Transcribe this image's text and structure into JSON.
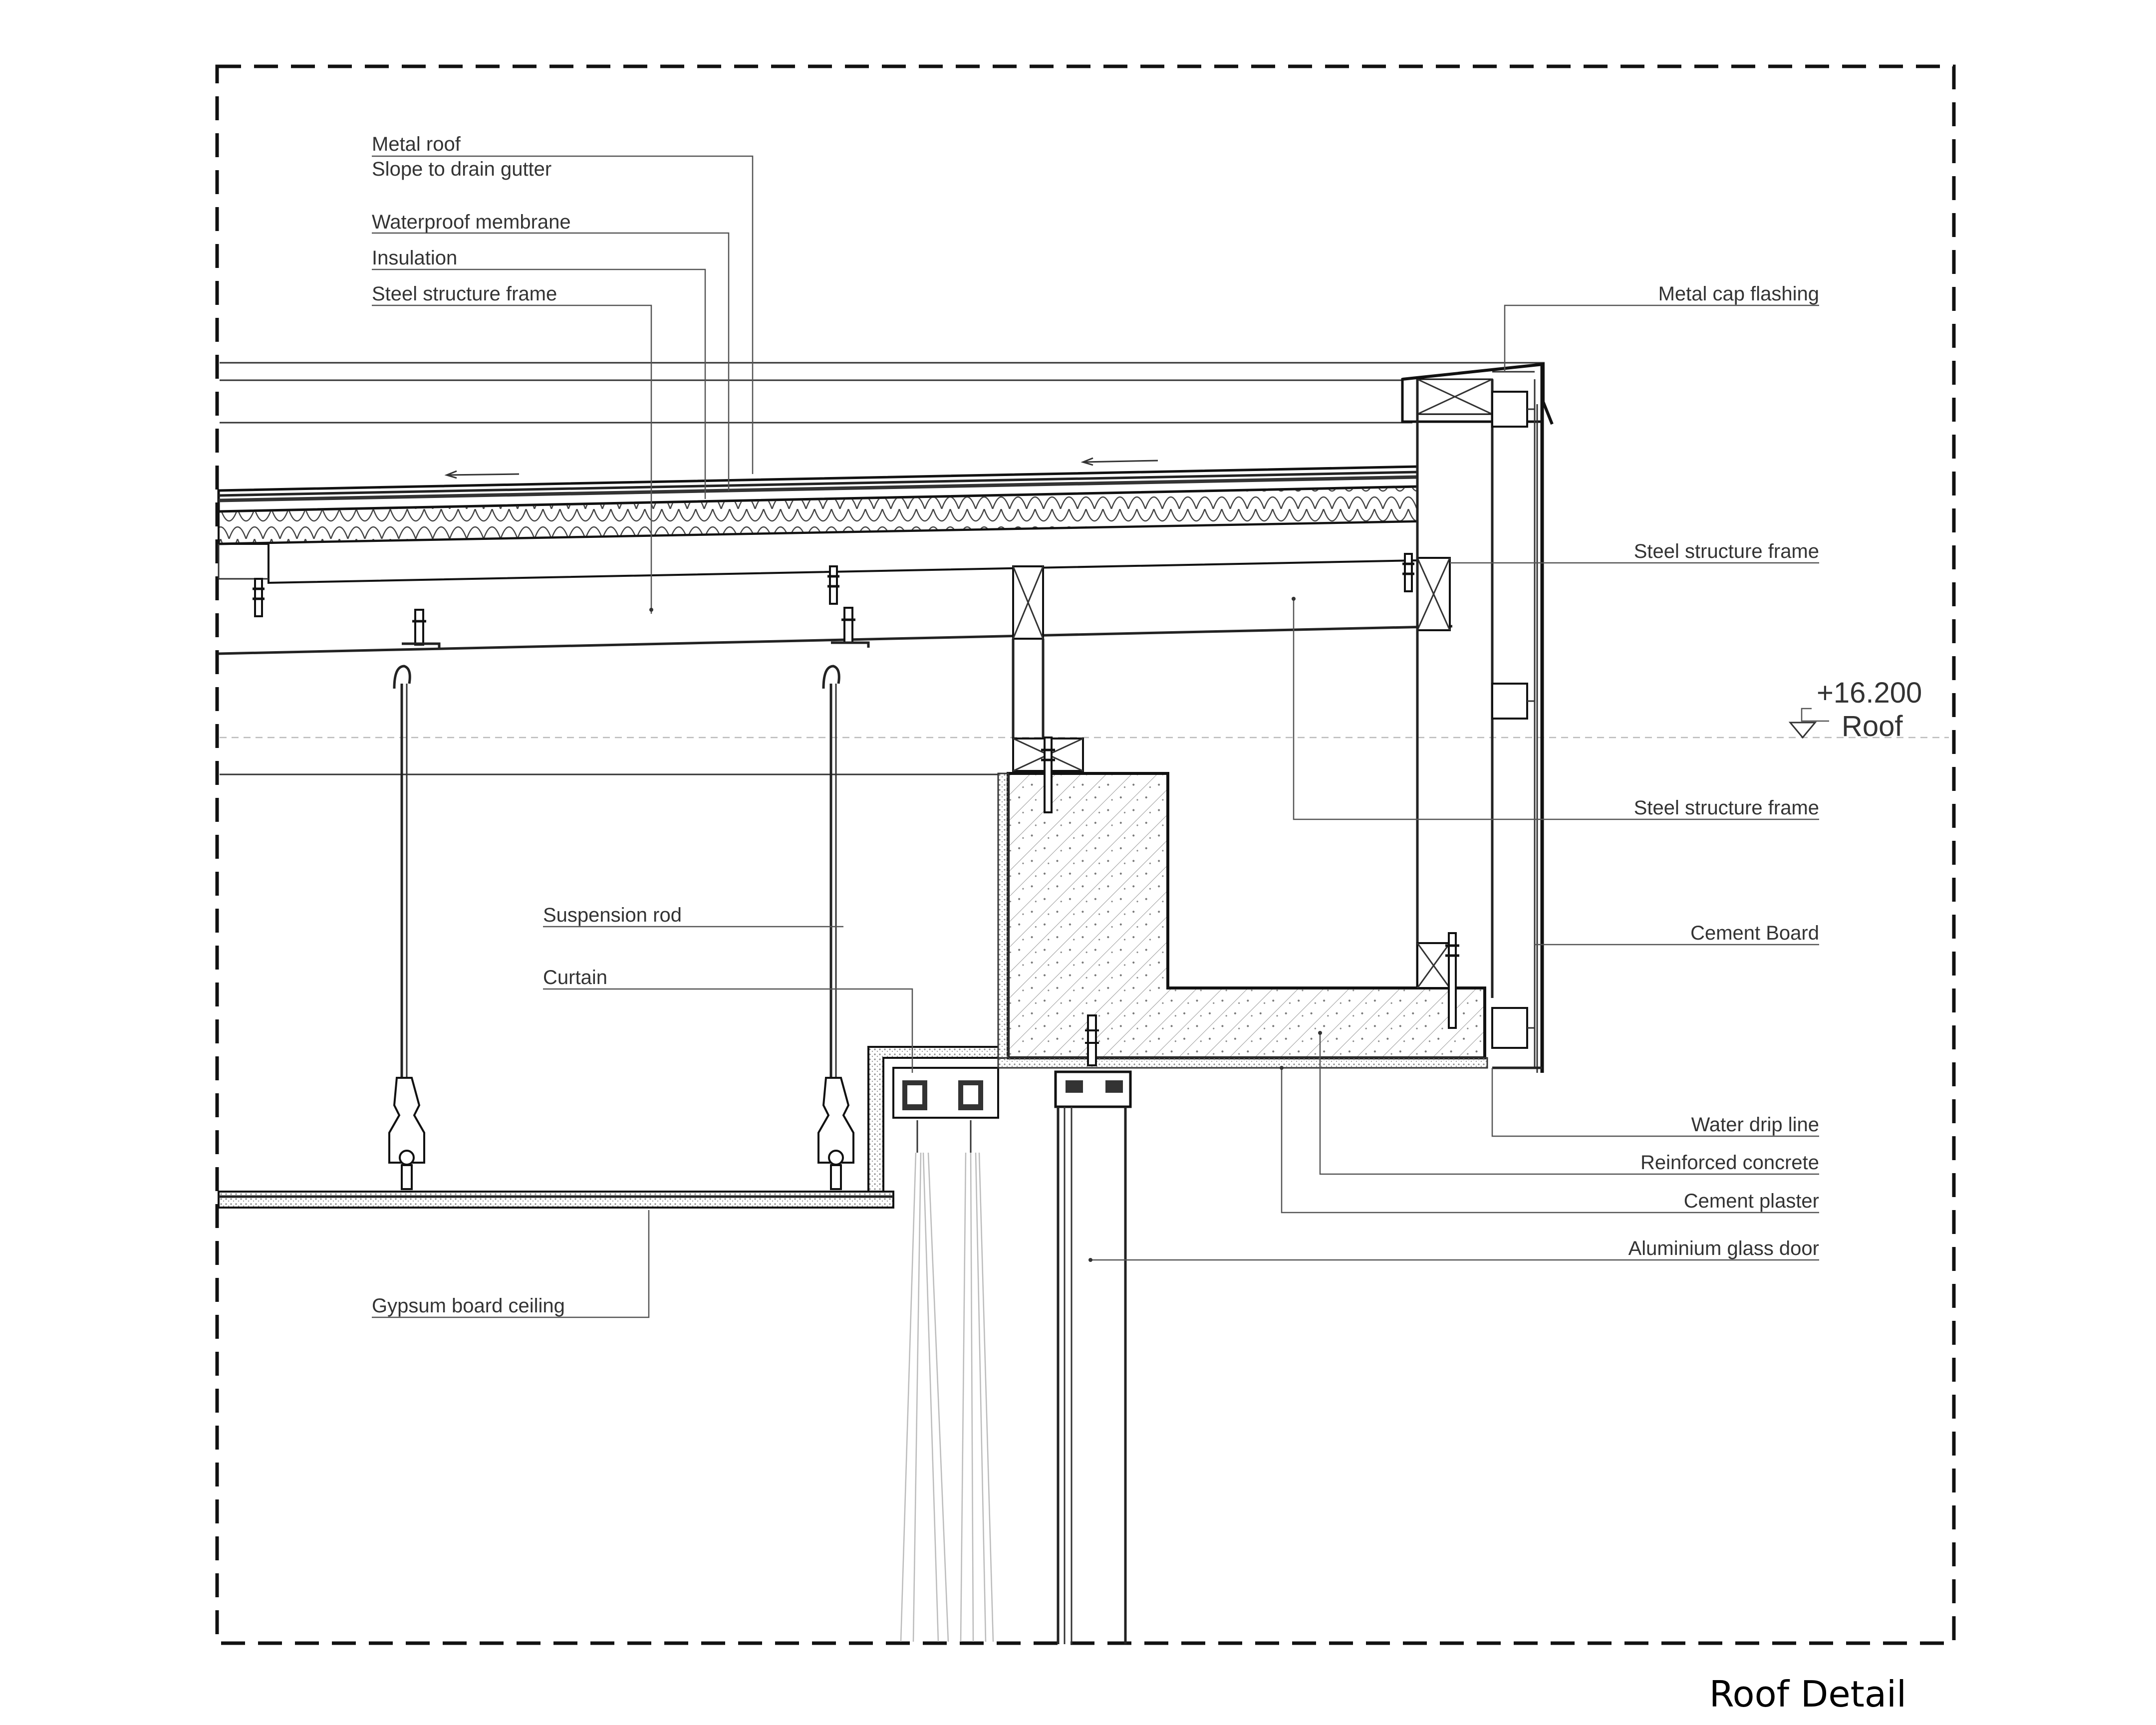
{
  "drawing_title": "Roof Detail",
  "level_marker": {
    "value": "+16.200",
    "name": "Roof"
  },
  "labels_left": [
    {
      "id": "metal-roof",
      "text": "Metal roof"
    },
    {
      "id": "slope",
      "text": "Slope to drain gutter"
    },
    {
      "id": "membrane",
      "text": "Waterproof membrane"
    },
    {
      "id": "insulation",
      "text": "Insulation"
    },
    {
      "id": "steel-frame-top",
      "text": "Steel structure frame"
    },
    {
      "id": "suspension-rod",
      "text": "Suspension rod"
    },
    {
      "id": "curtain",
      "text": "Curtain"
    },
    {
      "id": "gypsum",
      "text": "Gypsum board ceiling"
    }
  ],
  "labels_right": [
    {
      "id": "cap-flashing",
      "text": "Metal cap flashing"
    },
    {
      "id": "steel-frame-1",
      "text": "Steel structure frame"
    },
    {
      "id": "steel-frame-2",
      "text": "Steel structure frame"
    },
    {
      "id": "cement-board",
      "text": "Cement Board"
    },
    {
      "id": "drip-line",
      "text": "Water drip line"
    },
    {
      "id": "concrete",
      "text": "Reinforced concrete"
    },
    {
      "id": "plaster",
      "text": "Cement plaster"
    },
    {
      "id": "glass-door",
      "text": "Aluminium glass door"
    }
  ],
  "colors": {
    "line": "#222222",
    "text": "#333333",
    "hatch": "#9a9a9a"
  }
}
